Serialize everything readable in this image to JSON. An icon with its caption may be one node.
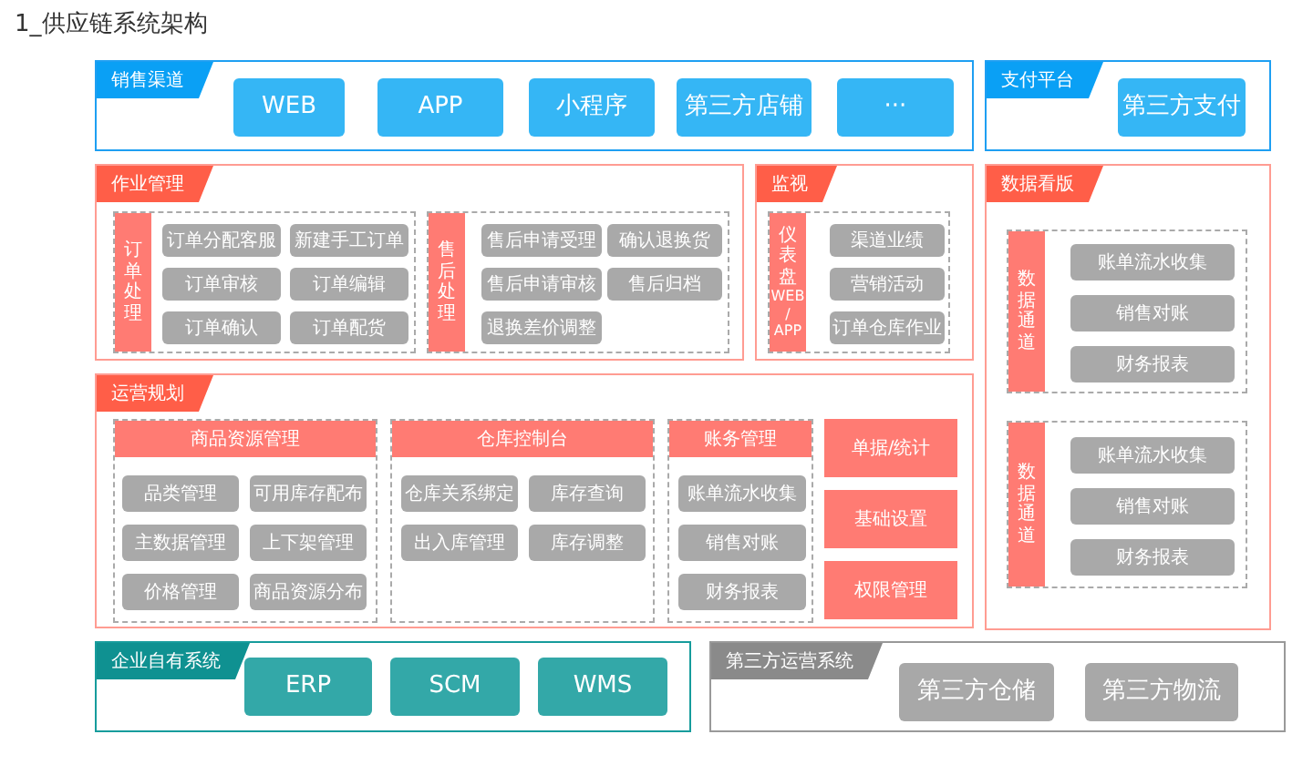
{
  "diagram": {
    "title": "1_供应链系统架构",
    "nodes": [
      {
        "text": [
          "销售渠道"
        ]
      },
      {
        "text": [
          "WEB"
        ],
        "in": 0
      },
      {
        "text": [
          "APP"
        ],
        "in": 0
      },
      {
        "text": [
          "小程序"
        ],
        "in": 0
      },
      {
        "text": [
          "第三方店铺"
        ],
        "in": 0
      },
      {
        "text": [
          "···"
        ],
        "in": 0
      },
      {
        "text": [
          "支付平台"
        ]
      },
      {
        "text": [
          "第三方支付"
        ],
        "in": 6
      },
      {
        "text": [
          "作业管理"
        ]
      },
      {
        "text": [
          "订单处理"
        ],
        "in": 8
      },
      {
        "text": [
          "订单分配客服"
        ],
        "in": 9
      },
      {
        "text": [
          "新建手工订单"
        ],
        "in": 9
      },
      {
        "text": [
          "订单审核"
        ],
        "in": 9
      },
      {
        "text": [
          "订单编辑"
        ],
        "in": 9
      },
      {
        "text": [
          "订单确认"
        ],
        "in": 9
      },
      {
        "text": [
          "订单配货"
        ],
        "in": 9
      },
      {
        "text": [
          "售后处理"
        ],
        "in": 8
      },
      {
        "text": [
          "售后申请受理"
        ],
        "in": 16
      },
      {
        "text": [
          "确认退换货"
        ],
        "in": 16
      },
      {
        "text": [
          "售后申请审核"
        ],
        "in": 16
      },
      {
        "text": [
          "售后归档"
        ],
        "in": 16
      },
      {
        "text": [
          "退换差价调整"
        ],
        "in": 16
      },
      {
        "text": [
          "监视"
        ]
      },
      {
        "text": [
          "仪表盘WEB/APP"
        ],
        "in": 22
      },
      {
        "text": [
          "渠道业绩"
        ],
        "in": 23
      },
      {
        "text": [
          "营销活动"
        ],
        "in": 23
      },
      {
        "text": [
          "订单仓库作业"
        ],
        "in": 23
      },
      {
        "text": [
          "数据看版"
        ]
      },
      {
        "text": [
          "数据通道"
        ],
        "in": 27
      },
      {
        "text": [
          "账单流水收集"
        ],
        "in": 28
      },
      {
        "text": [
          "销售对账"
        ],
        "in": 28
      },
      {
        "text": [
          "财务报表"
        ],
        "in": 28
      },
      {
        "text": [
          "数据通道"
        ],
        "in": 27
      },
      {
        "text": [
          "账单流水收集"
        ],
        "in": 32
      },
      {
        "text": [
          "销售对账"
        ],
        "in": 32
      },
      {
        "text": [
          "财务报表"
        ],
        "in": 32
      },
      {
        "text": [
          "运营规划"
        ]
      },
      {
        "text": [
          "商品资源管理"
        ],
        "in": 36
      },
      {
        "text": [
          "品类管理"
        ],
        "in": 37
      },
      {
        "text": [
          "可用库存配布"
        ],
        "in": 37
      },
      {
        "text": [
          "主数据管理"
        ],
        "in": 37
      },
      {
        "text": [
          "上下架管理"
        ],
        "in": 37
      },
      {
        "text": [
          "价格管理"
        ],
        "in": 37
      },
      {
        "text": [
          "商品资源分布"
        ],
        "in": 37
      },
      {
        "text": [
          "仓库控制台"
        ],
        "in": 36
      },
      {
        "text": [
          "仓库关系绑定"
        ],
        "in": 44
      },
      {
        "text": [
          "库存查询"
        ],
        "in": 44
      },
      {
        "text": [
          "出入库管理"
        ],
        "in": 44
      },
      {
        "text": [
          "库存调整"
        ],
        "in": 44
      },
      {
        "text": [
          "账务管理"
        ],
        "in": 36
      },
      {
        "text": [
          "账单流水收集"
        ],
        "in": 49
      },
      {
        "text": [
          "销售对账"
        ],
        "in": 49
      },
      {
        "text": [
          "财务报表"
        ],
        "in": 49
      },
      {
        "text": [
          "单据/统计"
        ],
        "in": 36
      },
      {
        "text": [
          "基础设置"
        ],
        "in": 36
      },
      {
        "text": [
          "权限管理"
        ],
        "in": 36
      },
      {
        "text": [
          "企业自有系统"
        ]
      },
      {
        "text": [
          "ERP"
        ],
        "in": 56
      },
      {
        "text": [
          "SCM"
        ],
        "in": 56
      },
      {
        "text": [
          "WMS"
        ],
        "in": 56
      },
      {
        "text": [
          "第三方运营系统"
        ]
      },
      {
        "text": [
          "第三方仓储"
        ],
        "in": 60
      },
      {
        "text": [
          "第三方物流"
        ],
        "in": 60
      }
    ],
    "edges": []
  }
}
